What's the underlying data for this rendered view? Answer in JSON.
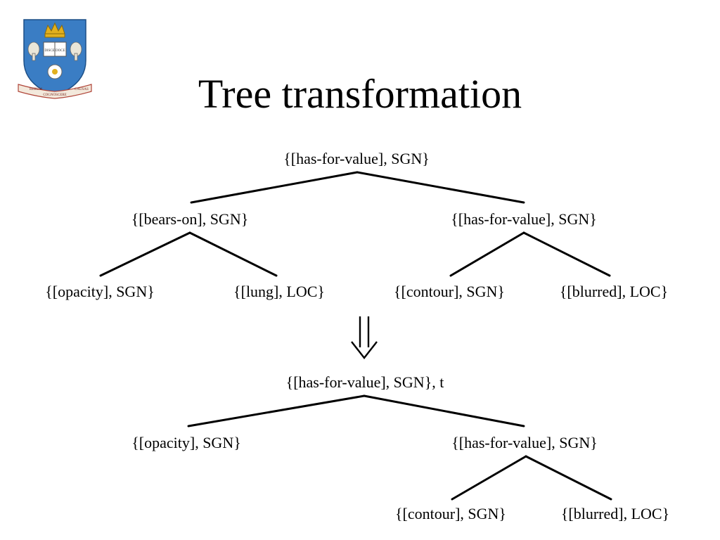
{
  "slide": {
    "title": "Tree transformation",
    "logo": {
      "icon": "university-crest-icon",
      "motto_left": "RERUM",
      "motto_center": "COGNOSCERE",
      "motto_right": "CAUSAS",
      "book_text": "DISCE DOCE"
    }
  },
  "diagram": {
    "top_tree": {
      "root": "{[has-for-value], SGN}",
      "left_child": "{[bears-on], SGN}",
      "right_child": "{[has-for-value], SGN}",
      "leaf_1": "{[opacity], SGN}",
      "leaf_2": "{[lung], LOC}",
      "leaf_3": "{[contour], SGN}",
      "leaf_4": "{[blurred], LOC}"
    },
    "transform_arrow": "double-down-arrow-icon",
    "bottom_tree": {
      "root": "{[has-for-value], SGN}, t",
      "left_child": "{[opacity], SGN}",
      "right_child": "{[has-for-value], SGN}",
      "leaf_1": "{[contour], SGN}",
      "leaf_2": "{[blurred], LOC}"
    }
  }
}
